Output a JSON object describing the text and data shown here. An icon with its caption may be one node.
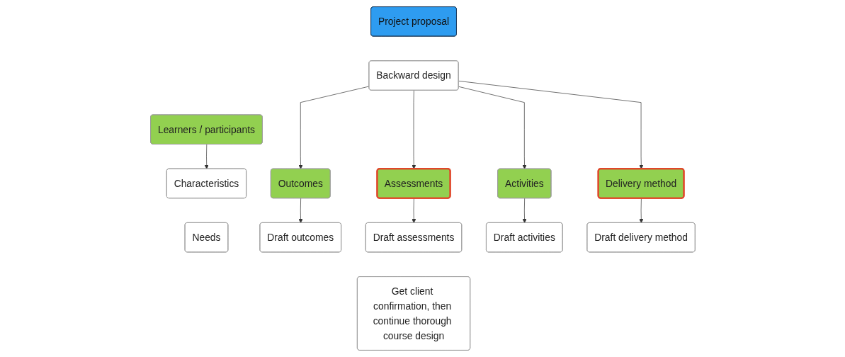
{
  "diagram": {
    "nodes": [
      {
        "text": [
          "Project proposal"
        ]
      },
      {
        "text": [
          "Backward design"
        ]
      },
      {
        "text": [
          "Learners / participants"
        ]
      },
      {
        "text": [
          "Outcomes"
        ]
      },
      {
        "text": [
          "Assessments"
        ]
      },
      {
        "text": [
          "Activities"
        ]
      },
      {
        "text": [
          "Delivery method"
        ]
      },
      {
        "text": [
          "Characteristics"
        ]
      },
      {
        "text": [
          "Needs"
        ]
      },
      {
        "text": [
          "Draft outcomes"
        ]
      },
      {
        "text": [
          "Draft assessments"
        ]
      },
      {
        "text": [
          "Draft activities"
        ]
      },
      {
        "text": [
          "Draft delivery method"
        ]
      },
      {
        "text": [
          "Get client confirmation, then continue thorough course design"
        ]
      }
    ],
    "edges": [
      {
        "from": 1,
        "to": 3,
        "arrow": "to"
      },
      {
        "from": 1,
        "to": 4,
        "arrow": "to"
      },
      {
        "from": 1,
        "to": 5,
        "arrow": "to"
      },
      {
        "from": 1,
        "to": 6,
        "arrow": "to"
      },
      {
        "from": 2,
        "to": 7,
        "arrow": "to"
      },
      {
        "from": 3,
        "to": 9,
        "arrow": "to"
      },
      {
        "from": 4,
        "to": 10,
        "arrow": "to"
      },
      {
        "from": 5,
        "to": 11,
        "arrow": "to"
      },
      {
        "from": 6,
        "to": 12,
        "arrow": "to"
      }
    ]
  }
}
